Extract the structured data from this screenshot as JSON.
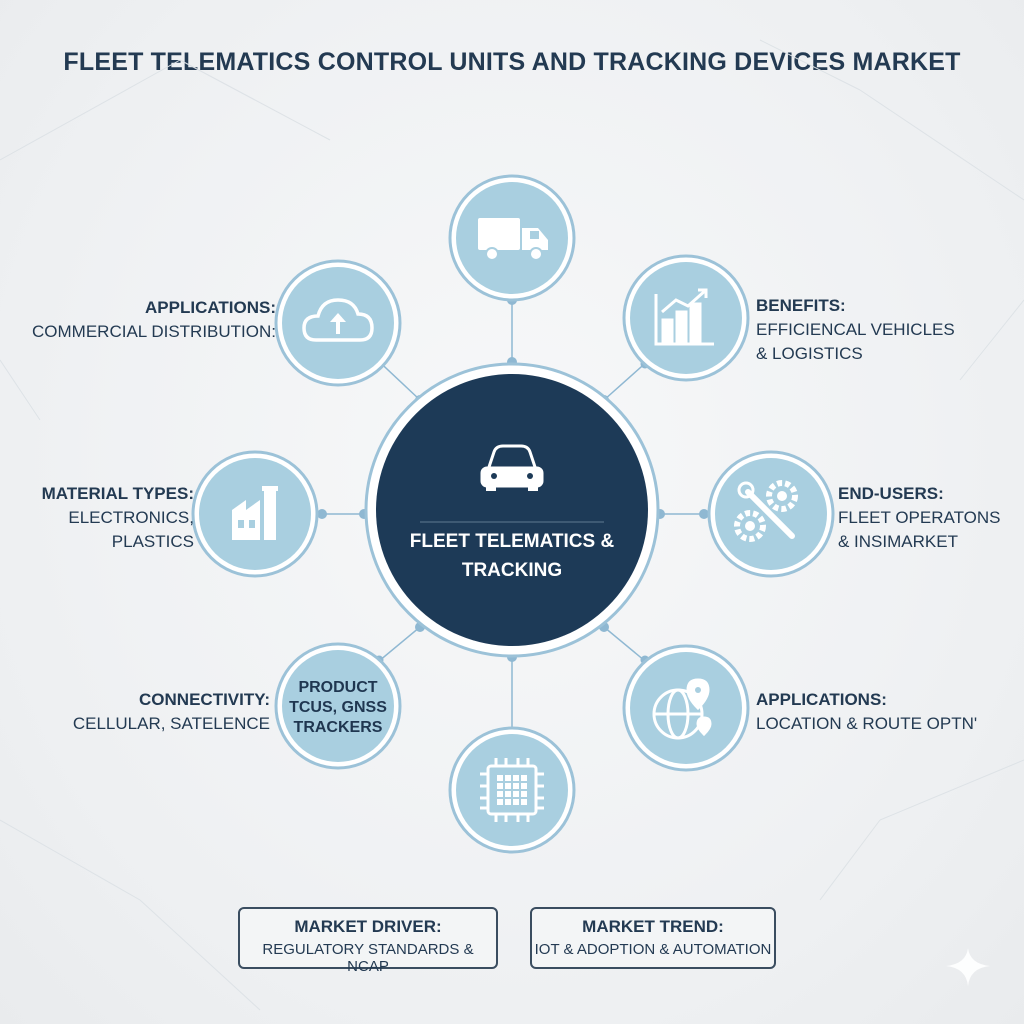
{
  "title": "FLEET TELEMATICS CONTROL UNITS AND TRACKING DEVICES MARKET",
  "center": {
    "line1": "FLEET TELEMATICS &",
    "line2": "TRACKING"
  },
  "nodes": [
    {
      "icon": "truck-icon"
    },
    {
      "icon": "bar-chart-icon",
      "head": "BENEFITS:",
      "body1": "EFFICIENCAL VEHICLES",
      "body2": "& LOGISTICS"
    },
    {
      "icon": "gears-wrench-icon",
      "head": "END-USERS:",
      "body1": "FLEET OPERATONS",
      "body2": "& INSIMARKET"
    },
    {
      "icon": "globe-pin-icon",
      "head": "APPLICATIONS:",
      "body1": "LOCATION & ROUTE OPTN'"
    },
    {
      "icon": "chip-icon"
    },
    {
      "icon": "none",
      "line1": "PRODUCT",
      "line2": "TCUS, GNSS",
      "line3": "TRACKERS",
      "head": "CONNECTIVITY:",
      "body1": "CELLULAR, SATELENCE"
    },
    {
      "icon": "factory-icon",
      "head": "MATERIAL TYPES:",
      "body1": "ELECTRONICS, PLASTICS"
    },
    {
      "icon": "cloud-upload-icon",
      "head": "APPLICATIONS:",
      "body1": "COMMERCIAL DISTRIBUTION:"
    }
  ],
  "market_driver": {
    "head": "MARKET DRIVER:",
    "body": "REGULATORY STANDARDS & NCAP"
  },
  "market_trend": {
    "head": "MARKET TREND:",
    "body": "IOT & ADOPTION & AUTOMATION"
  },
  "colors": {
    "navy": "#1d3a57",
    "node_fill": "#a9cfe0",
    "ring": "#8fb8d2",
    "text": "#233a52"
  }
}
